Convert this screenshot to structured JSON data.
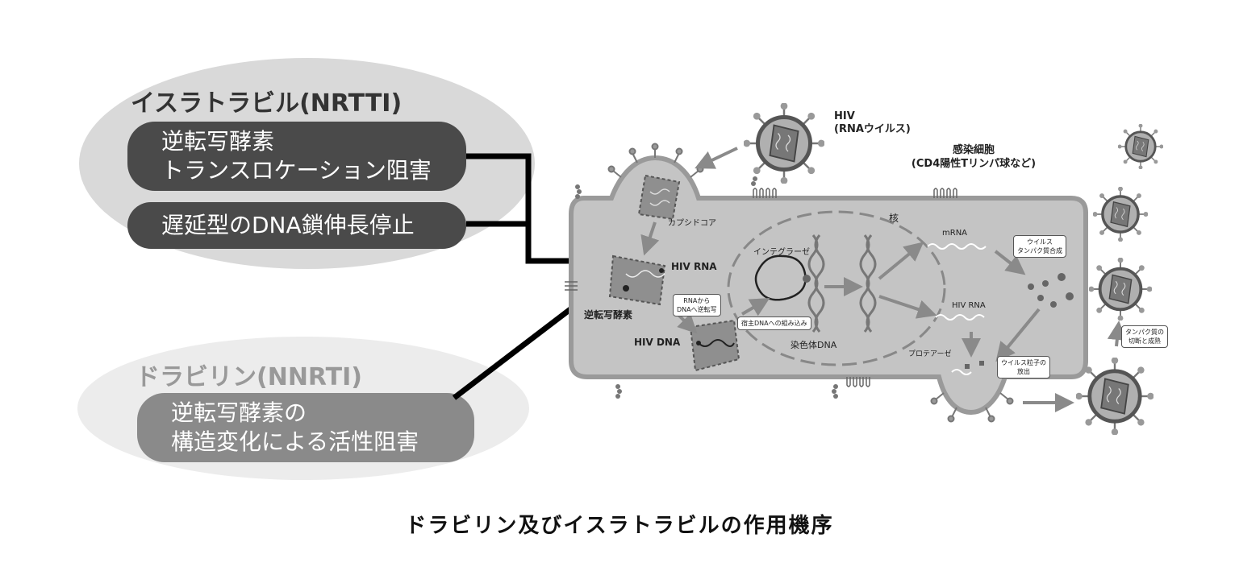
{
  "nrtti": {
    "title": "イスラトラビル(NRTTI)",
    "mech1_line1": "逆転写酵素",
    "mech1_line2": "トランスロケーション阻害",
    "mech2": "遅延型のDNA鎖伸長停止"
  },
  "nnrti": {
    "title": "ドラビリン(NNRTI)",
    "mech_line1": "逆転写酵素の",
    "mech_line2": "構造変化による活性阻害"
  },
  "cell": {
    "hiv_line1": "HIV",
    "hiv_line2": "(RNAウイルス)",
    "infected_line1": "感染細胞",
    "infected_line2": "(CD4陽性Tリンパ球など)",
    "capsid_core": "カプシドコア",
    "hiv_rna_1": "HIV RNA",
    "reverse_transcriptase": "逆転写酵素",
    "rna_to_dna_line1": "RNAから",
    "rna_to_dna_line2": "DNAへ逆転写",
    "hiv_dna": "HIV DNA",
    "integrase": "インテグラーゼ",
    "integration": "宿主DNAへの組み込み",
    "chromosome_dna": "染色体DNA",
    "nucleus": "核",
    "mrna": "mRNA",
    "hiv_rna_2": "HIV RNA",
    "viral_protein_line1": "ウイルス",
    "viral_protein_line2": "タンパク質合成",
    "protease": "プロテアーゼ",
    "release_line1": "ウイルス粒子の",
    "release_line2": "放出",
    "maturation_line1": "タンパク質の",
    "maturation_line2": "切断と成熟"
  },
  "caption": "ドラビリン及びイスラトラビルの作用機序",
  "colors": {
    "nrtti_oval": "#d9d9d9",
    "nnrti_oval": "#ececec",
    "pill_dark": "#4a4a4a",
    "pill_mid": "#8a8a8a",
    "cell_fill": "#c4c4c4",
    "cell_stroke": "#9a9a9a",
    "arrow": "#000000"
  },
  "icons": [
    "virus-icon",
    "receptor-icon",
    "helix-icon",
    "arrow-icon"
  ]
}
